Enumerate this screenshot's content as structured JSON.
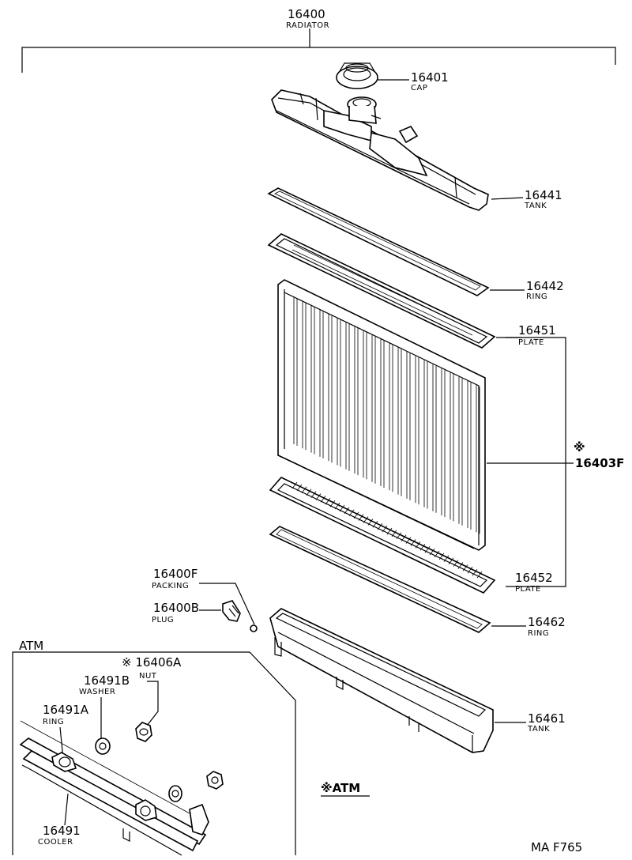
{
  "parts": {
    "radiator": {
      "number": "16400",
      "name": "RADIATOR"
    },
    "cap": {
      "number": "16401",
      "name": "CAP"
    },
    "upper_tank": {
      "number": "16441",
      "name": "TANK"
    },
    "upper_ring": {
      "number": "16442",
      "name": "RING"
    },
    "upper_plate": {
      "number": "16451",
      "name": "PLATE"
    },
    "core": {
      "mark": "※",
      "number": "16403F"
    },
    "lower_plate": {
      "number": "16452",
      "name": "PLATE"
    },
    "lower_ring": {
      "number": "16462",
      "name": "RING"
    },
    "lower_tank": {
      "number": "16461",
      "name": "TANK"
    },
    "packing": {
      "number": "16400F",
      "name": "PACKING"
    },
    "plug": {
      "number": "16400B",
      "name": "PLUG"
    },
    "nut": {
      "number": "※ 16406A",
      "name": "NUT"
    },
    "washer": {
      "number": "16491B",
      "name": "WASHER"
    },
    "cooler_ring": {
      "number": "16491A",
      "name": "RING"
    },
    "cooler": {
      "number": "16491",
      "name": "COOLER"
    }
  },
  "atm_box_label": "ATM",
  "atm_note": "※ATM",
  "figure_code": "MA F765"
}
